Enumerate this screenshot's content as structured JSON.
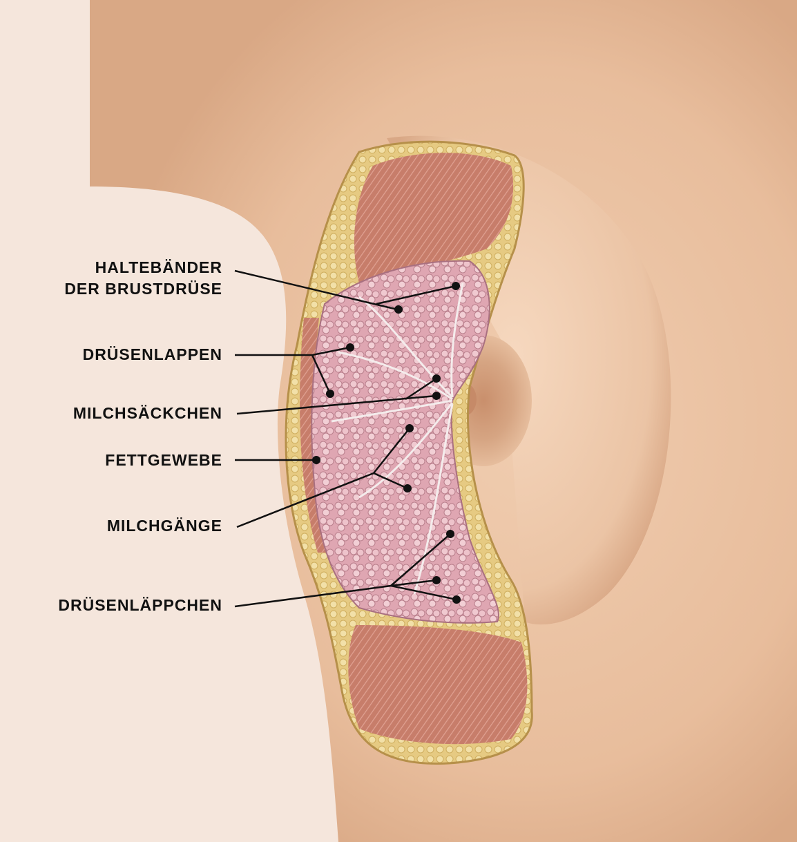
{
  "labels": {
    "haltebaender_line1": "HALTEBÄNDER",
    "haltebaender_line2": "DER BRUSTDRÜSE",
    "druesenlappen": "DRÜSENLAPPEN",
    "milchsaeckchen": "MILCHSÄCKCHEN",
    "fettgewebe": "FETTGEWEBE",
    "milchgaenge": "MILCHGÄNGE",
    "druesenlaeppchen": "DRÜSENLÄPPCHEN"
  },
  "colors": {
    "background": "#f5e6dc",
    "skin": "#ecc7a8",
    "fat_tissue": "#e8cf8a",
    "gland_lobes": "#e9b8c0",
    "muscle": "#c9806e",
    "areola": "#d9a98a",
    "leader_lines": "#111111"
  }
}
